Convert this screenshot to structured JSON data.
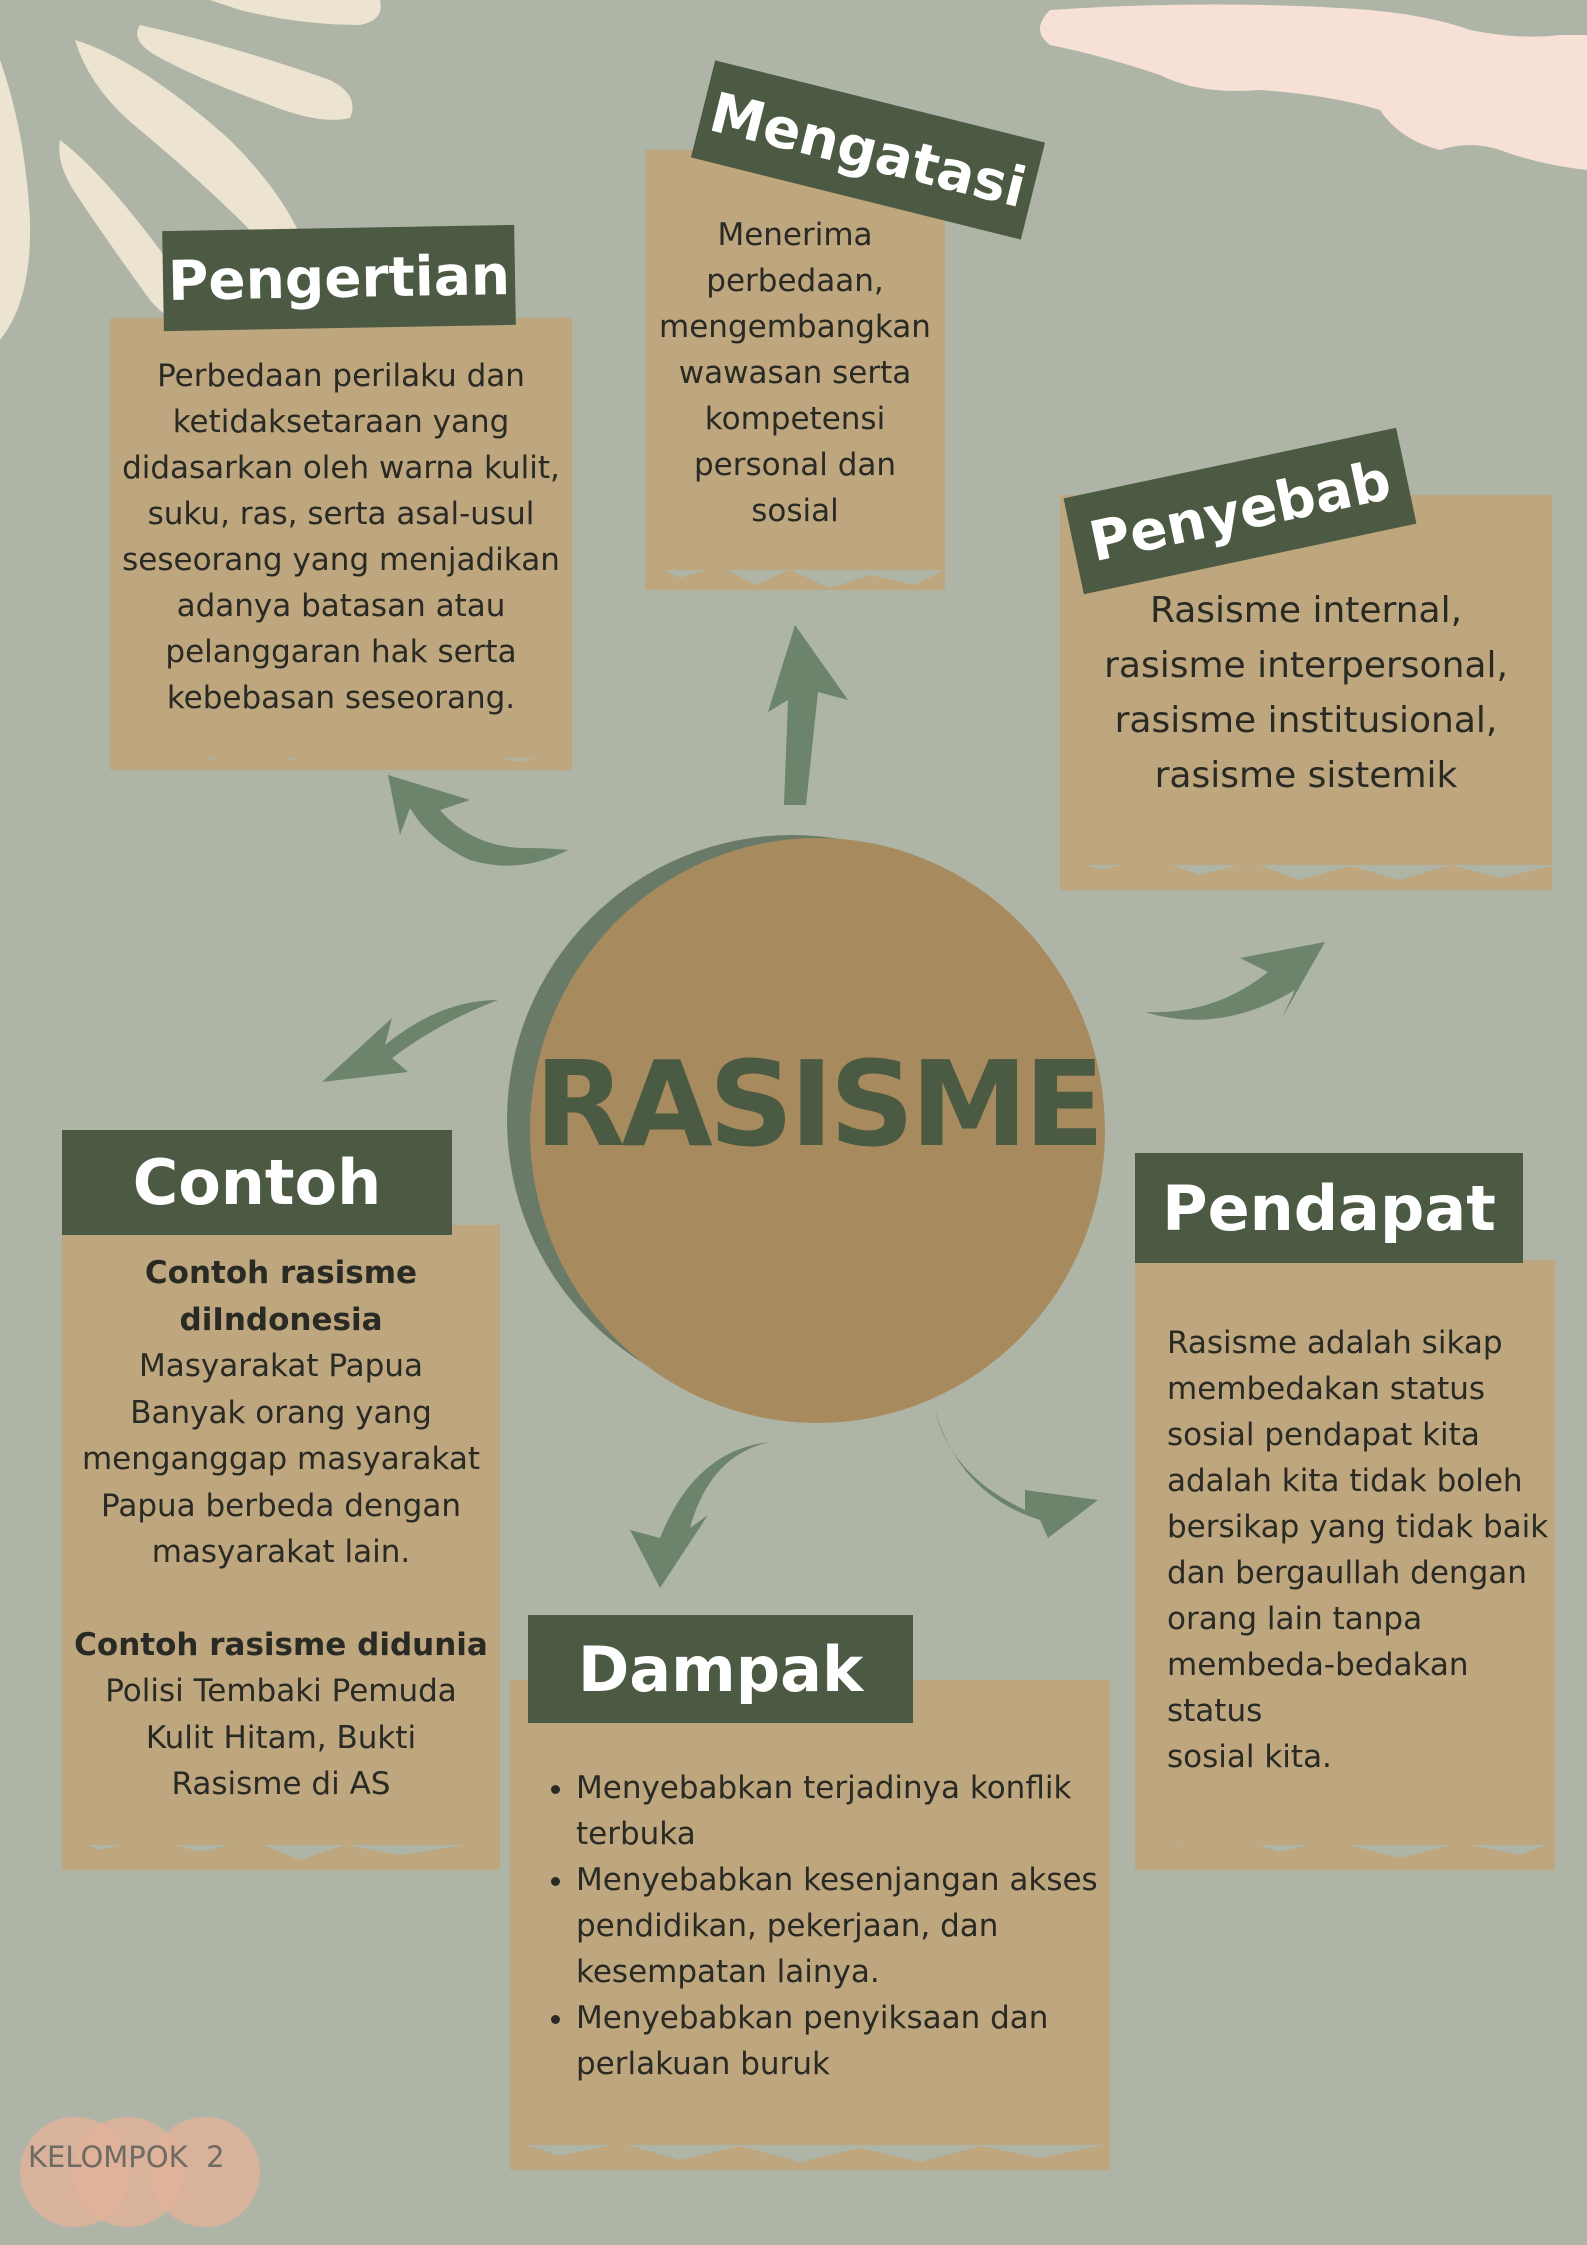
{
  "title": "RASISME",
  "colors": {
    "background": "#afb5a6",
    "card": "#bea67e",
    "label_bg": "#4c5a43",
    "circle": "#a78b5e",
    "circle_shadow": "#6a7a68",
    "arrow": "#6c836c",
    "title_text": "#4b5a42"
  },
  "sections": {
    "pengertian": {
      "label": "Pengertian",
      "lines": [
        "Perbedaan perilaku dan",
        "ketidaksetaraan yang",
        "didasarkan oleh warna kulit,",
        "suku, ras, serta asal-usul",
        "seseorang yang menjadikan",
        "adanya batasan atau",
        "pelanggaran hak serta",
        "kebebasan seseorang."
      ]
    },
    "mengatasi": {
      "label": "Mengatasi",
      "lines": [
        "Menerima",
        "perbedaan,",
        "mengembangkan",
        "wawasan serta",
        "kompetensi",
        "personal dan",
        "sosial"
      ]
    },
    "penyebab": {
      "label": "Penyebab",
      "lines": [
        "Rasisme internal,",
        "rasisme interpersonal,",
        "rasisme institusional,",
        "rasisme sistemik"
      ]
    },
    "contoh": {
      "label": "Contoh",
      "indonesia_heading_1": "Contoh rasisme",
      "indonesia_heading_2": "diIndonesia",
      "indonesia_lines": [
        "Masyarakat Papua",
        "Banyak orang yang",
        "menganggap masyarakat",
        "Papua berbeda dengan",
        "masyarakat lain."
      ],
      "dunia_heading": "Contoh rasisme didunia",
      "dunia_lines": [
        "Polisi Tembaki Pemuda",
        "Kulit Hitam, Bukti",
        "Rasisme di AS"
      ]
    },
    "pendapat": {
      "label": "Pendapat",
      "lines": [
        "Rasisme adalah sikap",
        "membedakan status",
        "sosial pendapat kita",
        "adalah kita tidak boleh",
        "bersikap yang tidak baik",
        "dan bergaullah dengan",
        "orang lain tanpa",
        "membeda-bedakan status",
        "sosial kita."
      ]
    },
    "dampak": {
      "label": "Dampak",
      "items": [
        {
          "l1": "Menyebabkan terjadinya konflik",
          "l2": "terbuka",
          "l3": ""
        },
        {
          "l1": "Menyebabkan kesenjangan akses",
          "l2": "pendidikan, pekerjaan, dan",
          "l3": "kesempatan lainya."
        },
        {
          "l1": "Menyebabkan penyiksaan dan",
          "l2": "perlakuan buruk",
          "l3": ""
        }
      ]
    }
  },
  "badge": "KELOMPOK  2"
}
